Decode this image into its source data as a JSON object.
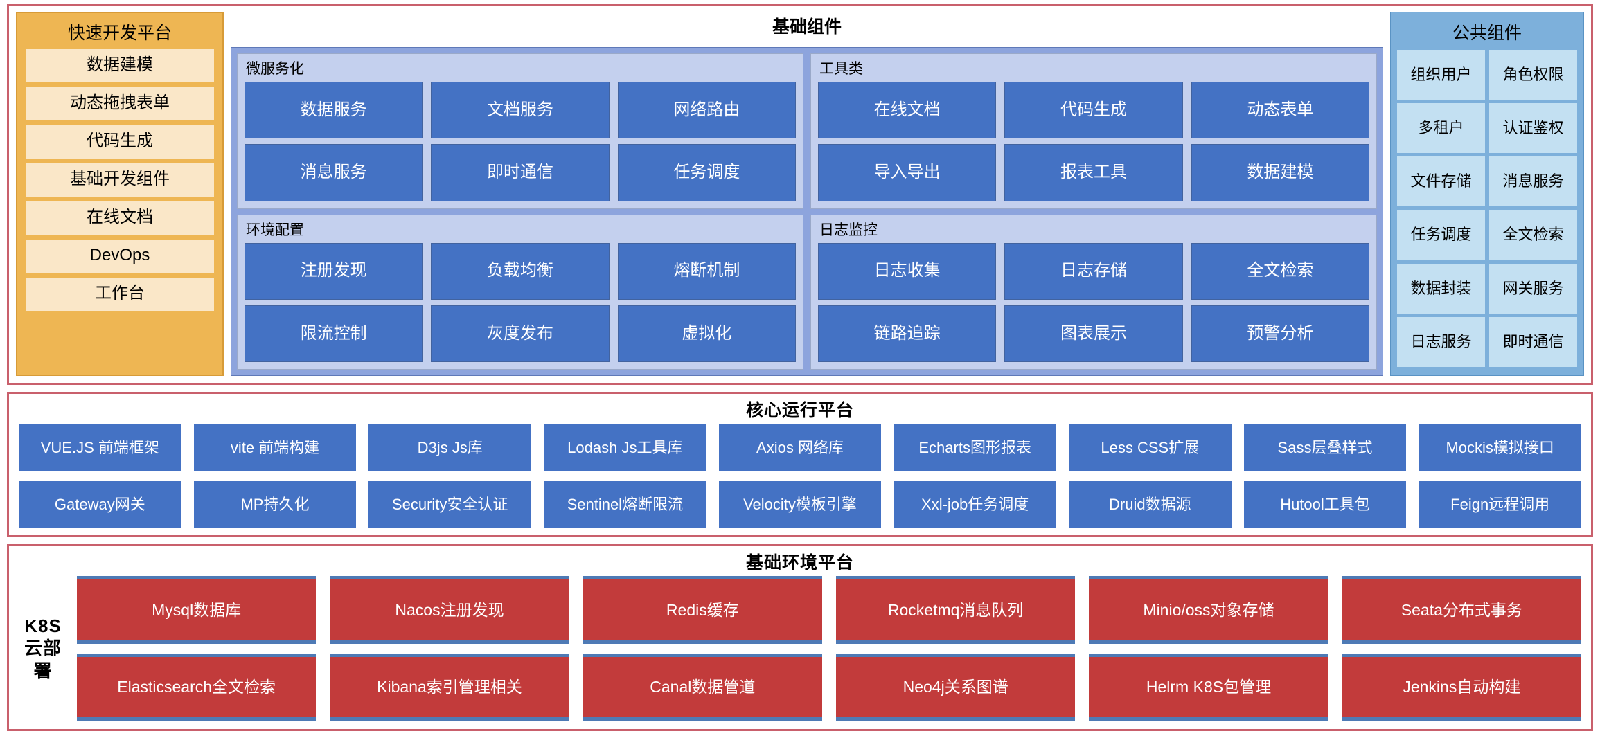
{
  "colors": {
    "band_border": "#c9606c",
    "rapid_bg": "#eeb653",
    "rapid_item_bg": "#fae7c8",
    "basic_box_bg": "#8da4dd",
    "sub_group_bg": "#c4d0ee",
    "chip_blue": "#4472c4",
    "public_bg": "#7db0db",
    "public_cell_bg": "#c3e0f2",
    "env_red": "#c23b3b",
    "env_accent": "#4e7ab5"
  },
  "rapid_platform": {
    "title": "快速开发平台",
    "items": [
      {
        "label": "数据建模"
      },
      {
        "label": "动态拖拽表单"
      },
      {
        "label": "代码生成"
      },
      {
        "label": "基础开发组件"
      },
      {
        "label": "在线文档"
      },
      {
        "label": "DevOps"
      },
      {
        "label": "工作台"
      }
    ]
  },
  "basic_components": {
    "title": "基础组件",
    "groups": [
      {
        "title": "微服务化",
        "chips": [
          "数据服务",
          "文档服务",
          "网络路由",
          "消息服务",
          "即时通信",
          "任务调度"
        ]
      },
      {
        "title": "工具类",
        "chips": [
          "在线文档",
          "代码生成",
          "动态表单",
          "导入导出",
          "报表工具",
          "数据建模"
        ]
      },
      {
        "title": "环境配置",
        "chips": [
          "注册发现",
          "负载均衡",
          "熔断机制",
          "限流控制",
          "灰度发布",
          "虚拟化"
        ]
      },
      {
        "title": "日志监控",
        "chips": [
          "日志收集",
          "日志存储",
          "全文检索",
          "链路追踪",
          "图表展示",
          "预警分析"
        ]
      }
    ]
  },
  "public_components": {
    "title": "公共组件",
    "cells": [
      "组织用户",
      "角色权限",
      "多租户",
      "认证鉴权",
      "文件存储",
      "消息服务",
      "任务调度",
      "全文检索",
      "数据封装",
      "网关服务",
      "日志服务",
      "即时通信"
    ]
  },
  "core_platform": {
    "title": "核心运行平台",
    "cells": [
      "VUE.JS 前端框架",
      "vite 前端构建",
      "D3js  Js库",
      "Lodash  Js工具库",
      "Axios 网络库",
      "Echarts图形报表",
      "Less CSS扩展",
      "Sass层叠样式",
      "Mockis模拟接口",
      "Gateway网关",
      "MP持久化",
      "Security安全认证",
      "Sentinel熔断限流",
      "Velocity模板引擎",
      "Xxl-job任务调度",
      "Druid数据源",
      "Hutool工具包",
      "Feign远程调用"
    ]
  },
  "env_platform": {
    "title": "基础环境平台",
    "side_label": "K8S云部署",
    "cells": [
      "Mysql数据库",
      "Nacos注册发现",
      "Redis缓存",
      "Rocketmq消息队列",
      "Minio/oss对象存储",
      "Seata分布式事务",
      "Elasticsearch全文检索",
      "Kibana索引管理相关",
      "Canal数据管道",
      "Neo4j关系图谱",
      "Helrm K8S包管理",
      "Jenkins自动构建"
    ]
  }
}
